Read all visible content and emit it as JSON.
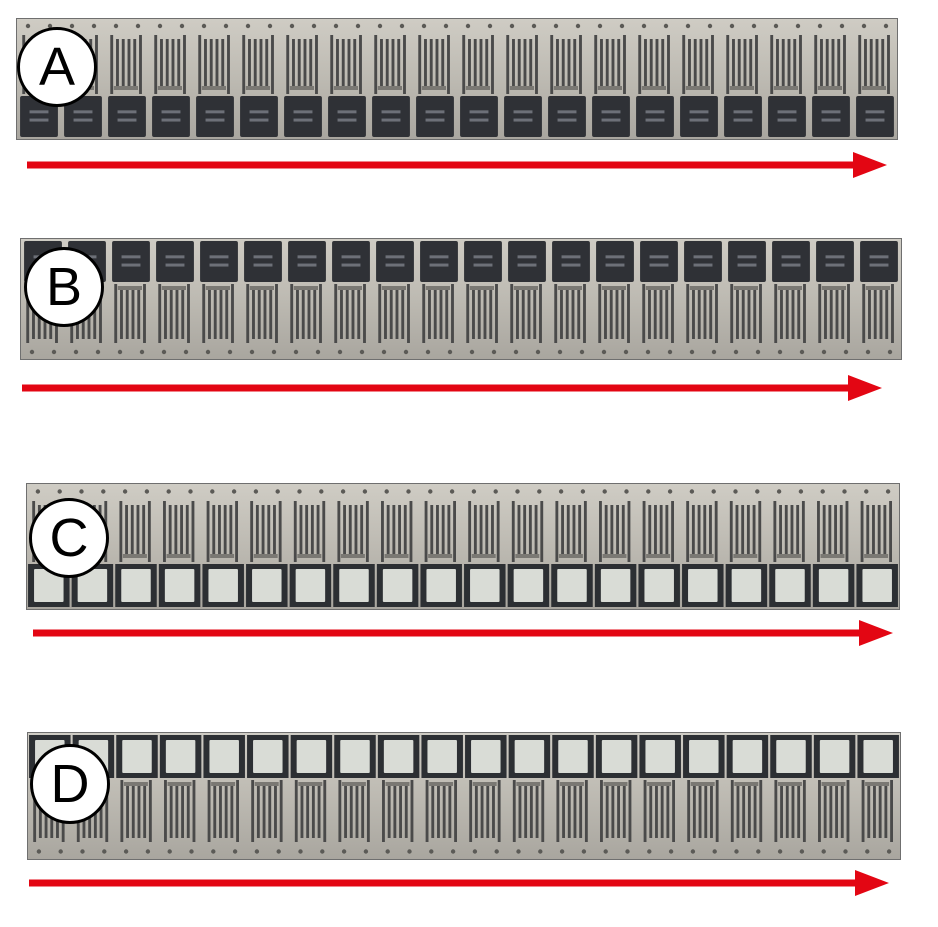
{
  "colors": {
    "arrow": "#e30613",
    "frame": "#bdbab2",
    "slot": "#4a4a4a",
    "dark_package": "#2f3136",
    "light_package": "#d9dcd6",
    "badge_border": "#000000",
    "badge_fill": "#ffffff"
  },
  "panels": [
    {
      "label": "A",
      "package_style": "dark",
      "package_row": "bottom",
      "arrow_direction": "right",
      "package_count": 20
    },
    {
      "label": "B",
      "package_style": "dark",
      "package_row": "top",
      "arrow_direction": "right",
      "package_count": 20
    },
    {
      "label": "C",
      "package_style": "light",
      "package_row": "bottom",
      "arrow_direction": "right",
      "package_count": 20
    },
    {
      "label": "D",
      "package_style": "light",
      "package_row": "top",
      "arrow_direction": "right",
      "package_count": 20
    }
  ]
}
